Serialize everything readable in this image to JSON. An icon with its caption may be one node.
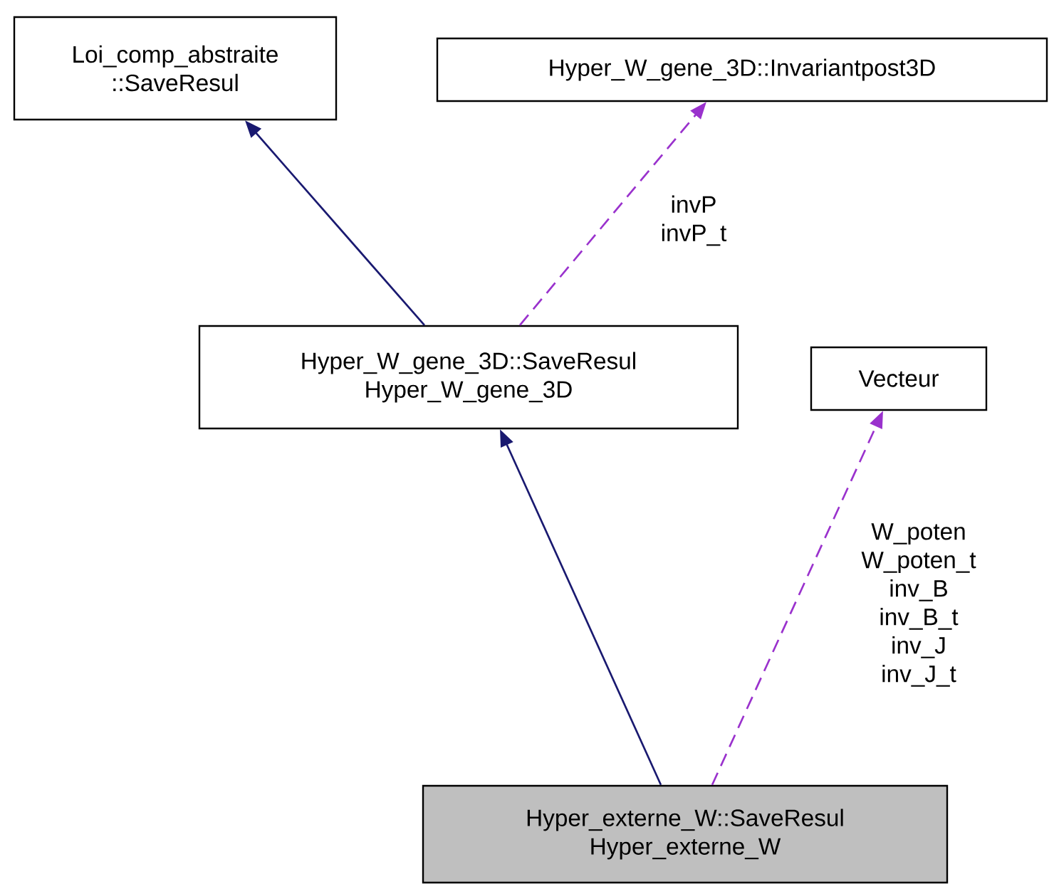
{
  "diagram": {
    "nodes": [
      {
        "text": [
          "Loi_comp_abstraite ::SaveResul"
        ]
      },
      {
        "text": [
          "Hyper_W_gene_3D::Invariantpost3D"
        ]
      },
      {
        "text": [
          "Hyper_W_gene_3D::SaveResul Hyper_W_gene_3D"
        ]
      },
      {
        "text": [
          "Vecteur"
        ]
      },
      {
        "text": [
          "Hyper_externe_W::SaveResul Hyper_externe_W"
        ]
      }
    ],
    "edges": [
      {
        "from": 2,
        "to": 0,
        "arrow": "to",
        "color": "#191970"
      },
      {
        "from": 2,
        "to": 1,
        "arrow": "to",
        "style": "dashed",
        "color": "#9a32cd",
        "label": "invP invP_t"
      },
      {
        "from": 4,
        "to": 2,
        "arrow": "to",
        "color": "#191970"
      },
      {
        "from": 4,
        "to": 3,
        "arrow": "to",
        "style": "dashed",
        "color": "#9a32cd",
        "label": "W_poten W_poten_t inv_B inv_B_t inv_J inv_J_t"
      }
    ]
  }
}
